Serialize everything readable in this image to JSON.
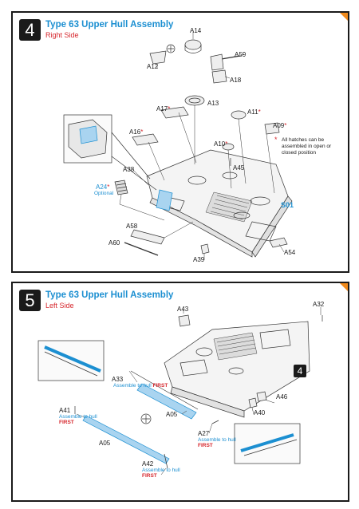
{
  "step4": {
    "number": "4",
    "title": "Type 63 Upper Hull Assembly",
    "subtitle": "Right Side",
    "parts": {
      "a14": "A14",
      "a12": "A12",
      "a59": "A59",
      "a18": "A18",
      "a13": "A13",
      "a17": "A17",
      "a11": "A11",
      "a16": "A16",
      "a09": "A09",
      "a10": "A10",
      "a45": "A45",
      "a38": "A38",
      "a24": "A24",
      "a58": "A58",
      "a60": "A60",
      "a39": "A39",
      "a54": "A54"
    },
    "asterisk": "*",
    "optional_label": "Optional",
    "s01": "S01",
    "note": "All hatches can be assembled in open or closed position"
  },
  "step5": {
    "number": "5",
    "title": "Type 63 Upper Hull Assembly",
    "subtitle": "Left Side",
    "parts": {
      "a43": "A43",
      "a32": "A32",
      "a33": "A33",
      "a05_top": "A05",
      "a46": "A46",
      "a40": "A40",
      "a41": "A41",
      "a27": "A27",
      "a05_bottom": "A05",
      "a42": "A42"
    },
    "assemble_note": "Assemble to hull",
    "first": "FIRST",
    "step_ref": "4"
  },
  "colors": {
    "title_blue": "#1c8fd1",
    "accent_red": "#d6262c",
    "corner_orange": "#f08a1c",
    "part_highlight": "#a9d4f0"
  }
}
